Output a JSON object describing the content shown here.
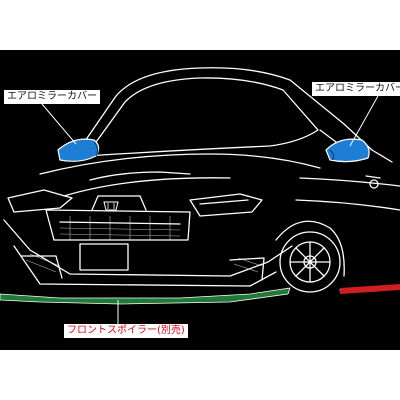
{
  "labels": {
    "mirror_left": "エアロミラーカバー",
    "mirror_right": "エアロミラーカバー",
    "front_spoiler": "フロントスポイラー(別売)"
  },
  "colors": {
    "background": "#000000",
    "outline": "#ffffff",
    "mirror_cover": "#1e7ed6",
    "front_spoiler": "#1f7a3a",
    "side_accent": "#d11f1f",
    "spoiler_label_text": "#e60012"
  },
  "icons": {
    "car": "car-line-drawing"
  }
}
